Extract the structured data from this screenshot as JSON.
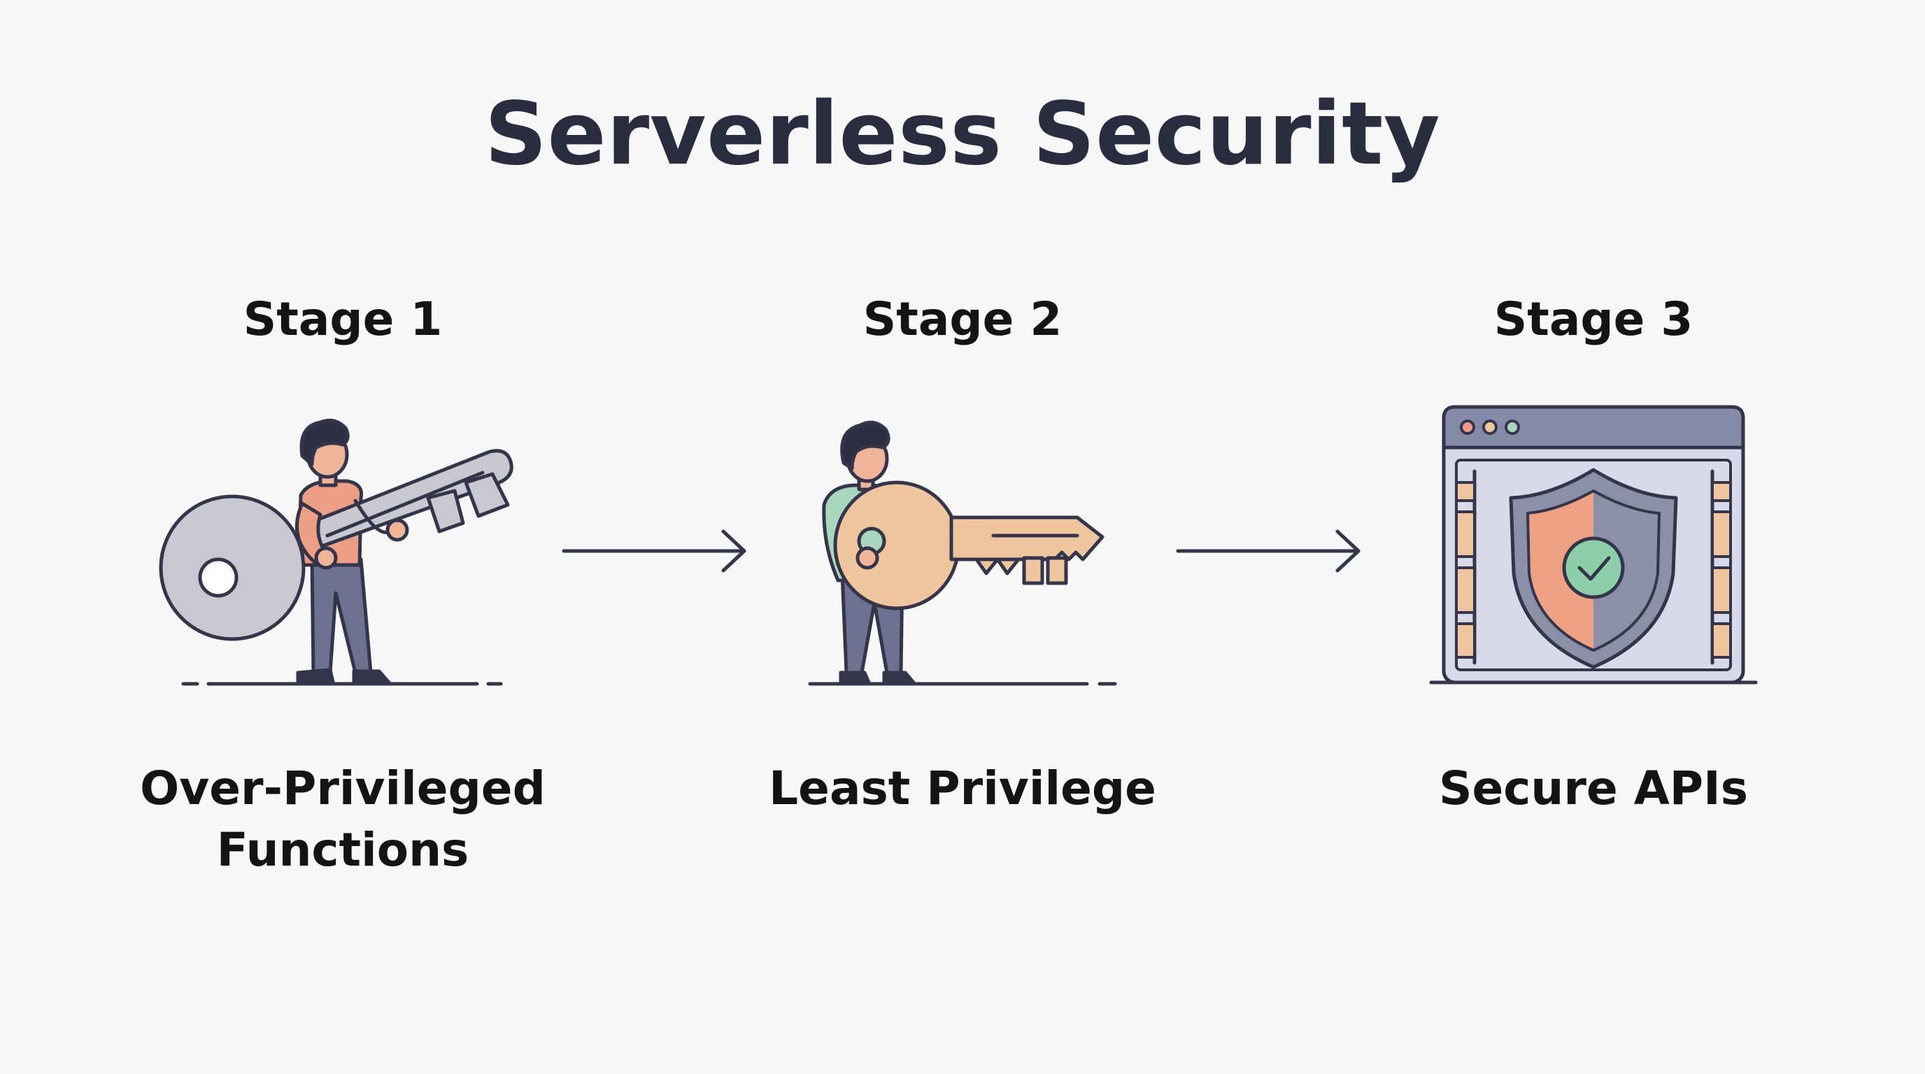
{
  "title": "Serverless Security",
  "stages": [
    {
      "label": "Stage 1",
      "caption": "Over-Privileged\nFunctions",
      "illustration": "person-carrying-large-key-icon"
    },
    {
      "label": "Stage 2",
      "caption": "Least Privilege",
      "illustration": "person-holding-small-key-icon"
    },
    {
      "label": "Stage 3",
      "caption": "Secure APIs",
      "illustration": "browser-window-shield-check-icon"
    }
  ],
  "connectors": [
    "arrow-right-icon",
    "arrow-right-icon"
  ],
  "colors": {
    "title": "#2a2c3f",
    "text": "#141414",
    "outline": "#34354a",
    "key_gray": "#c9c8d1",
    "key_tan": "#eec59c",
    "shirt_salmon": "#ed9f85",
    "shirt_mint": "#a9d6bf",
    "pants": "#6f7192",
    "browser_bar": "#858aa8",
    "browser_body": "#d8daea",
    "shield_left": "#eea283",
    "shield_right": "#8b8fa7",
    "check_circle": "#8dcfa8",
    "background": "#f7f7f8"
  }
}
